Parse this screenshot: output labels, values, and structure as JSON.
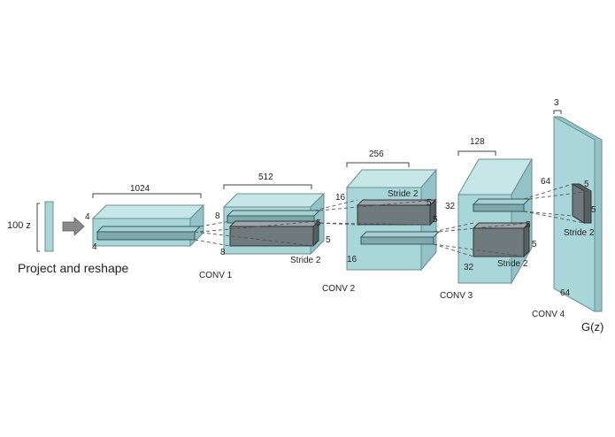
{
  "input": {
    "size_label": "100 z",
    "caption": "Project and reshape"
  },
  "project": {
    "depth": "1024",
    "height": "4",
    "width": "4"
  },
  "conv1": {
    "name": "CONV 1",
    "depth": "512",
    "height": "8",
    "width": "8",
    "kernel": "5",
    "kernel_b": "5",
    "stride": "Stride 2"
  },
  "conv2": {
    "name": "CONV 2",
    "depth": "256",
    "height": "16",
    "width": "16",
    "kernel": "5",
    "kernel_b": "5",
    "stride": "Stride 2"
  },
  "conv3": {
    "name": "CONV 3",
    "depth": "128",
    "height": "32",
    "width": "32",
    "kernel": "5",
    "kernel_b": "5",
    "stride": "Stride 2"
  },
  "conv4": {
    "name": "CONV 4",
    "depth": "3",
    "height": "64",
    "width": "64",
    "kernel": "5",
    "kernel_b": "5",
    "stride": "Stride 2"
  },
  "output": {
    "label": "G(z)"
  },
  "colors": {
    "block": "#a9d6d9",
    "block_top": "#c6e6e8",
    "kernel": "#6f7a7c"
  }
}
